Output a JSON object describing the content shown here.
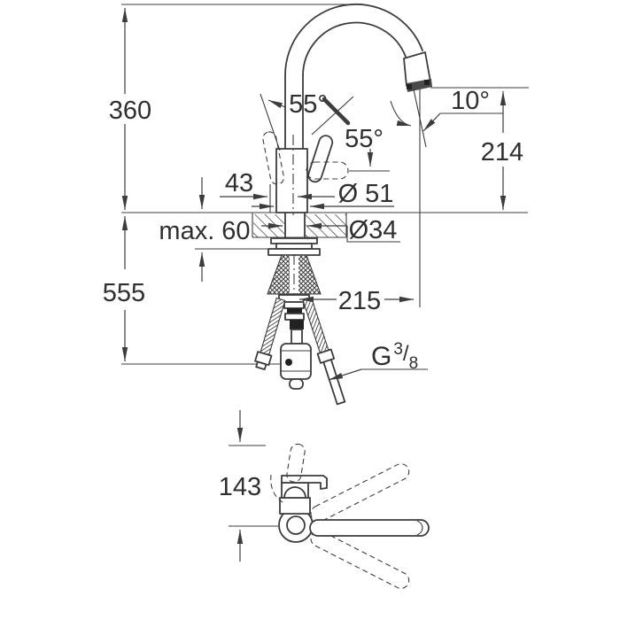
{
  "drawing": {
    "description": "kitchen faucet technical dimension drawing, side view and front view",
    "colors": {
      "line": "#3c3c3c",
      "background": "#ffffff"
    },
    "dims": {
      "spout_height": "360",
      "total_height": "555",
      "outlet_to_deck": "214",
      "spray_angle": "10°",
      "lever_angle_open": "55°",
      "lever_angle_swing": "55°",
      "lever_reach": "43",
      "body_diameter": "Ø 51",
      "max_deck_thickness": "max. 60",
      "hole_diameter": "Ø34",
      "spout_projection": "215",
      "front_height": "143",
      "thread": {
        "g": "G",
        "num": "3",
        "slash": "/",
        "den": "8"
      }
    }
  }
}
